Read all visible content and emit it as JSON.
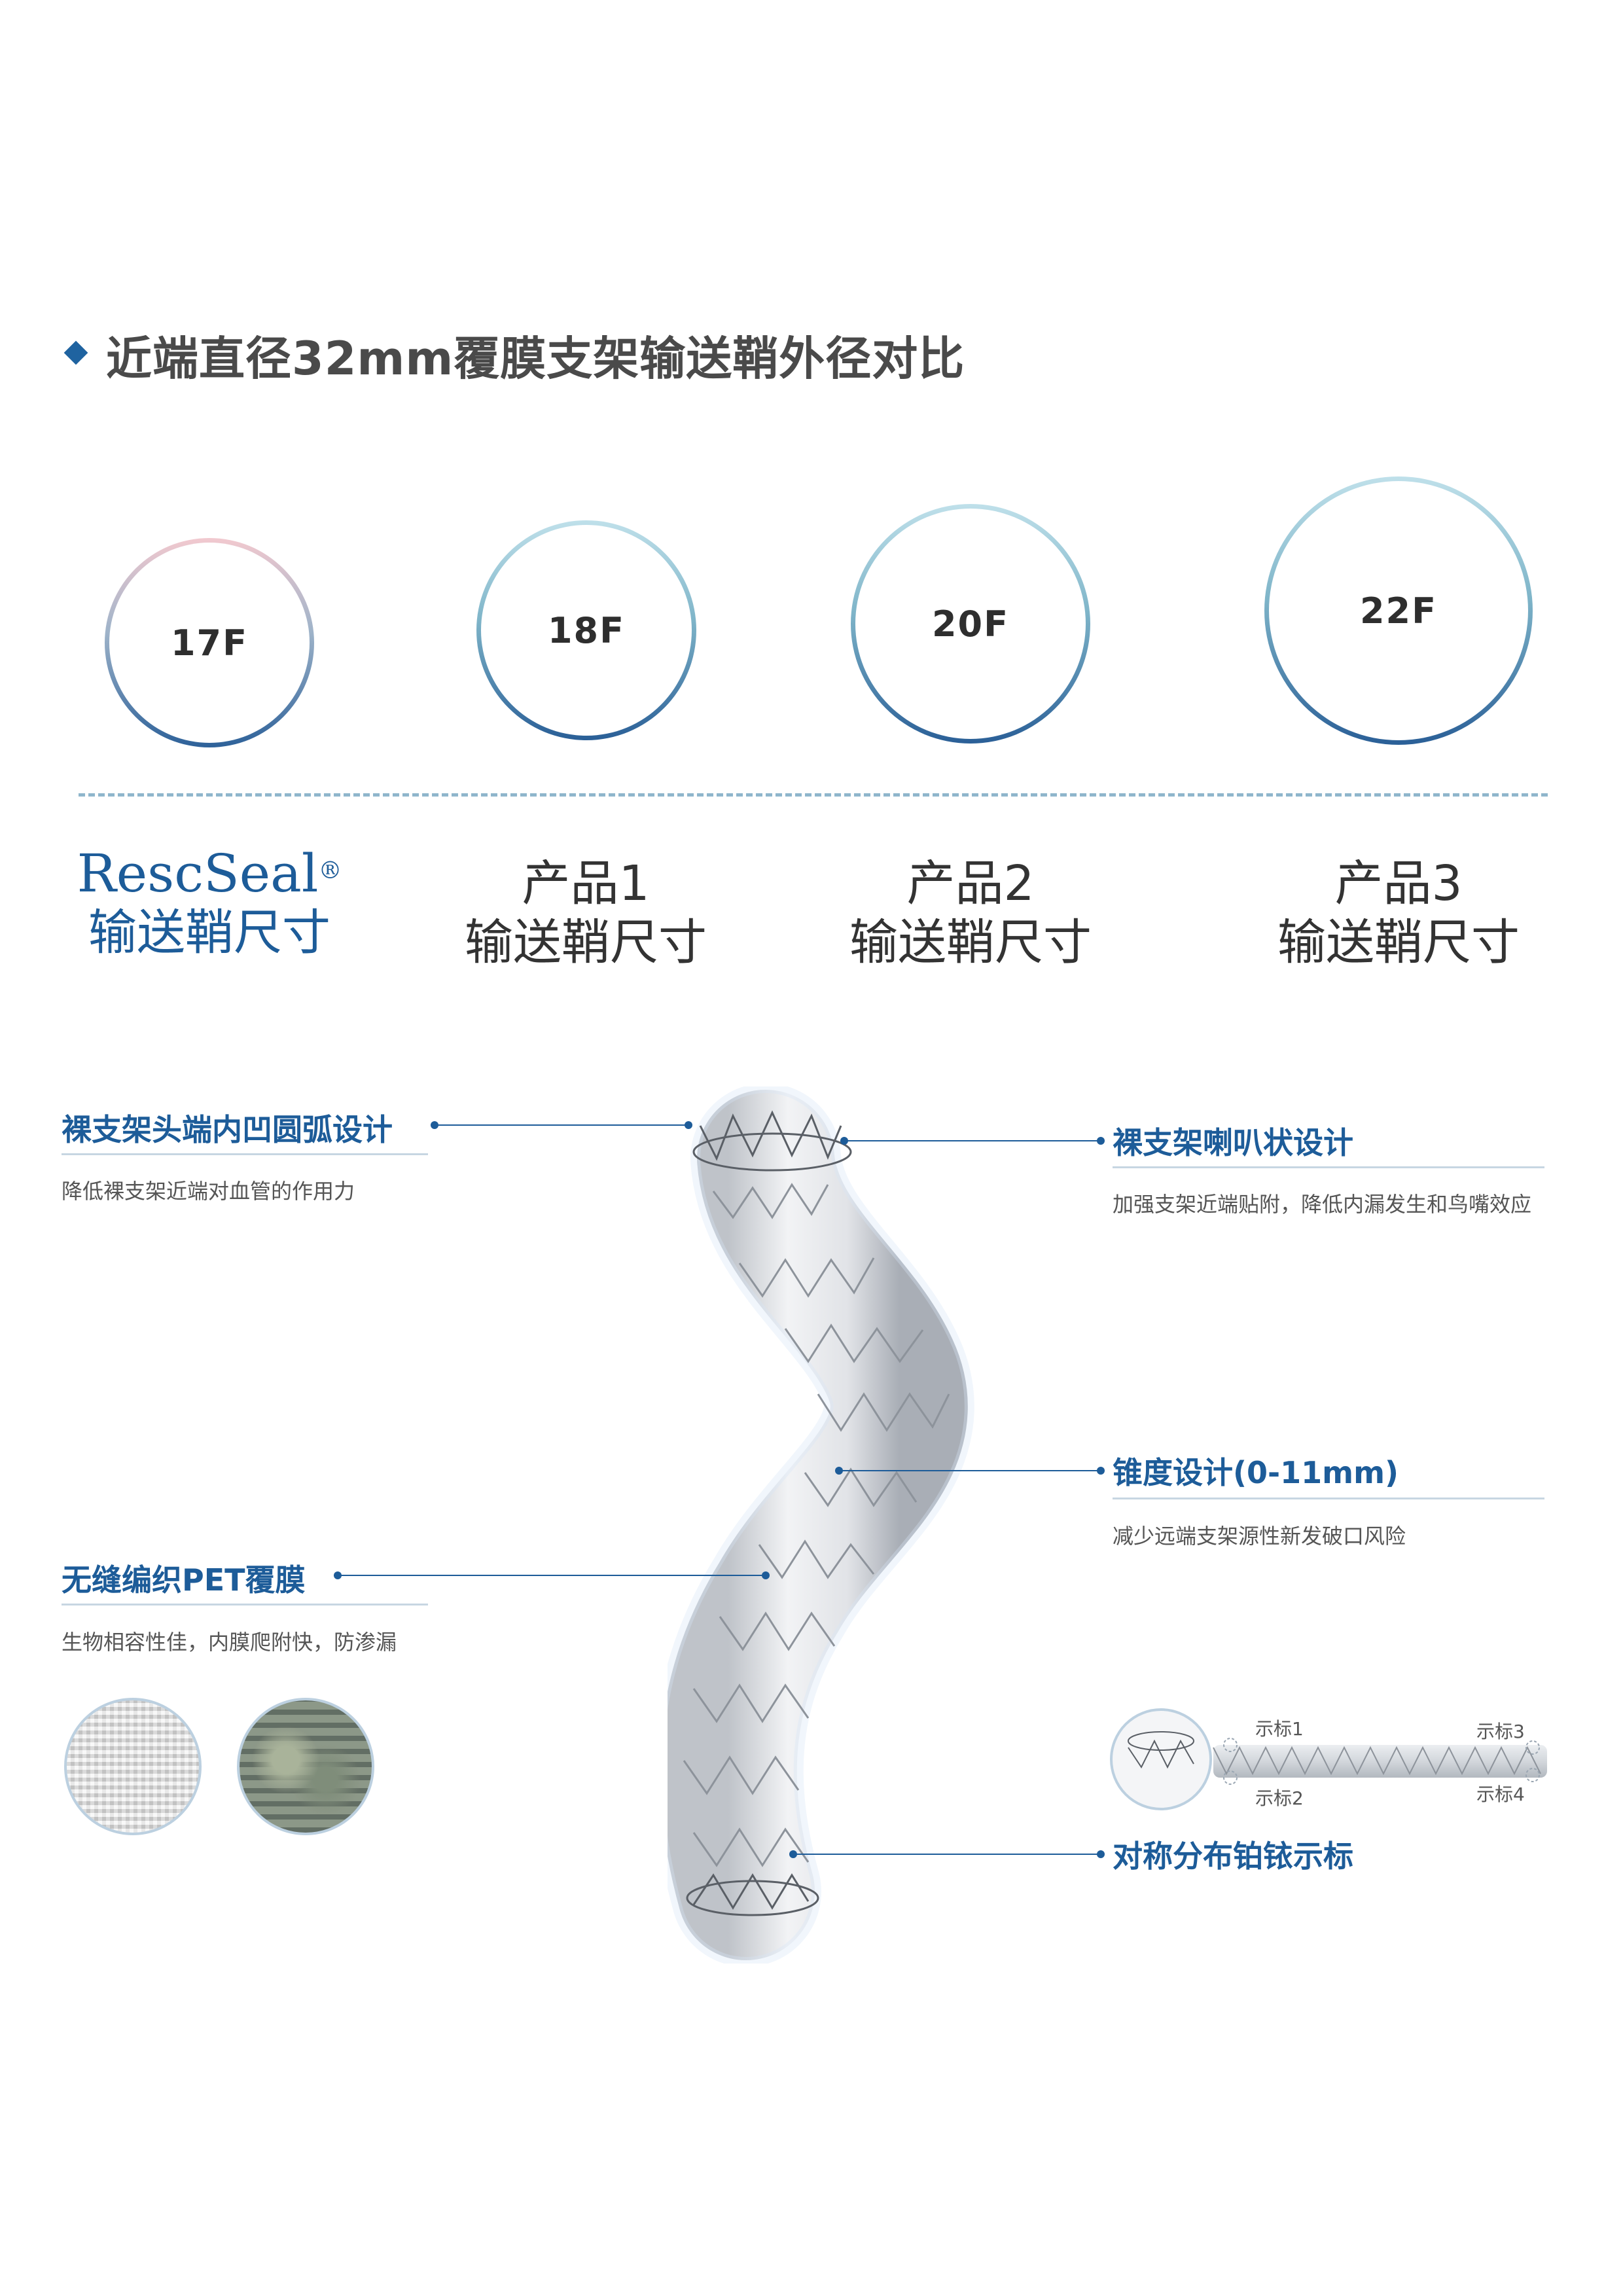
{
  "header": {
    "title": "近端直径32mm覆膜支架输送鞘外径对比"
  },
  "circles": [
    {
      "label": "17F"
    },
    {
      "label": "18F"
    },
    {
      "label": "20F"
    },
    {
      "label": "22F"
    }
  ],
  "products": {
    "rescseal": {
      "brand": "RescSeal",
      "reg": "®",
      "sub": "输送鞘尺寸"
    },
    "p1": {
      "name": "产品1",
      "sub": "输送鞘尺寸"
    },
    "p2": {
      "name": "产品2",
      "sub": "输送鞘尺寸"
    },
    "p3": {
      "name": "产品3",
      "sub": "输送鞘尺寸"
    }
  },
  "features": {
    "bare_head": {
      "title": "裸支架头端内凹圆弧设计",
      "desc": "降低裸支架近端对血管的作用力"
    },
    "bare_flare": {
      "title": "裸支架喇叭状设计",
      "desc": "加强支架近端贴附，降低内漏发生和鸟嘴效应"
    },
    "taper": {
      "title": "锥度设计(0-11mm)",
      "desc": "减少远端支架源性新发破口风险"
    },
    "pet": {
      "title": "无缝编织PET覆膜",
      "desc": "生物相容性佳，内膜爬附快，防渗漏"
    },
    "markers": {
      "title": "对称分布铂铱示标"
    }
  },
  "marker_labels": [
    "示标1",
    "示标2",
    "示标3",
    "示标4"
  ]
}
